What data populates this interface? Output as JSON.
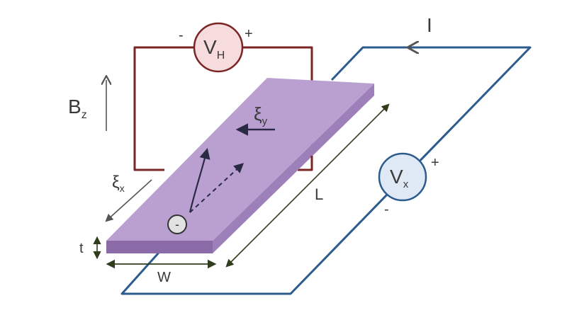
{
  "labels": {
    "hall_meter": {
      "main": "V",
      "sub": "H",
      "minus": "-",
      "plus": "+"
    },
    "long_meter": {
      "main": "V",
      "sub": "x",
      "minus": "-",
      "plus": "+"
    },
    "current": "I",
    "field": {
      "main": "B",
      "sub": "z"
    },
    "field_y": {
      "main": "ξ",
      "sub": "y"
    },
    "field_x": {
      "main": "ξ",
      "sub": "x"
    },
    "length": "L",
    "width": "W",
    "thickness": "t",
    "charge": "-"
  },
  "colors": {
    "slab_top": "#b9a0d1",
    "slab_front": "#8b6aa8",
    "slab_side": "#9d80b9",
    "hall_wire": "#7a2424",
    "current_wire": "#2c5b8e",
    "dim_arrow": "#2f3d1c",
    "hall_meter_fill": "#f6dcdc",
    "long_meter_fill": "#dfe9f5",
    "text": "#3a3a3a",
    "arrow_dark": "#2a2a44"
  }
}
